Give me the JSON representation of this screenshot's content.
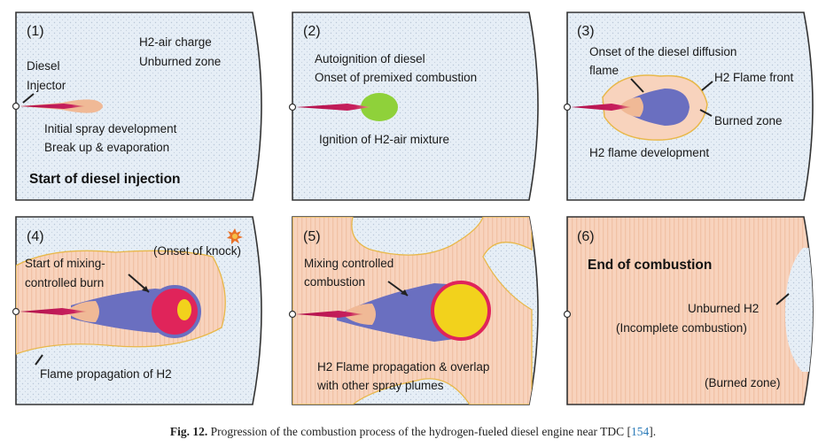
{
  "colors": {
    "gas_fill": "#e6eef6",
    "burned_fill": "#f8d3bd",
    "diffusion_blue": "#6a6fc0",
    "premix_green": "#8fd13a",
    "flame_front": "#e8b84a",
    "core_red": "#e0245a",
    "core_yellow": "#f2d21c",
    "spray_tip": "#f0b996",
    "caption_ref": "#2a7ab8"
  },
  "panels": [
    {
      "number": "(1)",
      "charge_line1": "H2-air charge",
      "charge_line2": "Unburned zone",
      "injector_line1": "Diesel",
      "injector_line2": "Injector",
      "spray_line1": "Initial spray development",
      "spray_line2": "Break up & evaporation",
      "title": "Start of diesel injection"
    },
    {
      "number": "(2)",
      "line1": "Autoignition of diesel",
      "line2": "Onset of premixed combustion",
      "ignition": "Ignition of H2-air mixture"
    },
    {
      "number": "(3)",
      "diffusion_line1": "Onset of the diesel diffusion",
      "diffusion_line2": "flame",
      "flame_front": "H2 Flame front",
      "burned": "Burned zone",
      "development": "H2 flame development"
    },
    {
      "number": "(4)",
      "knock": "(Onset of knock)",
      "mixing_line1": "Start of mixing-",
      "mixing_line2": "controlled burn",
      "propagation": "Flame propagation of H2"
    },
    {
      "number": "(5)",
      "mixing_line1": "Mixing controlled",
      "mixing_line2": "combustion",
      "overlap_line1": "H2 Flame propagation & overlap",
      "overlap_line2": "with other spray plumes"
    },
    {
      "number": "(6)",
      "title": "End of combustion",
      "unburned_line1": "Unburned H2",
      "unburned_line2": "(Incomplete combustion)",
      "burned": "(Burned zone)"
    }
  ],
  "caption": {
    "label": "Fig. 12.",
    "text": "Progression of the combustion process of the hydrogen-fueled diesel engine near TDC [",
    "ref": "154",
    "end": "]."
  }
}
